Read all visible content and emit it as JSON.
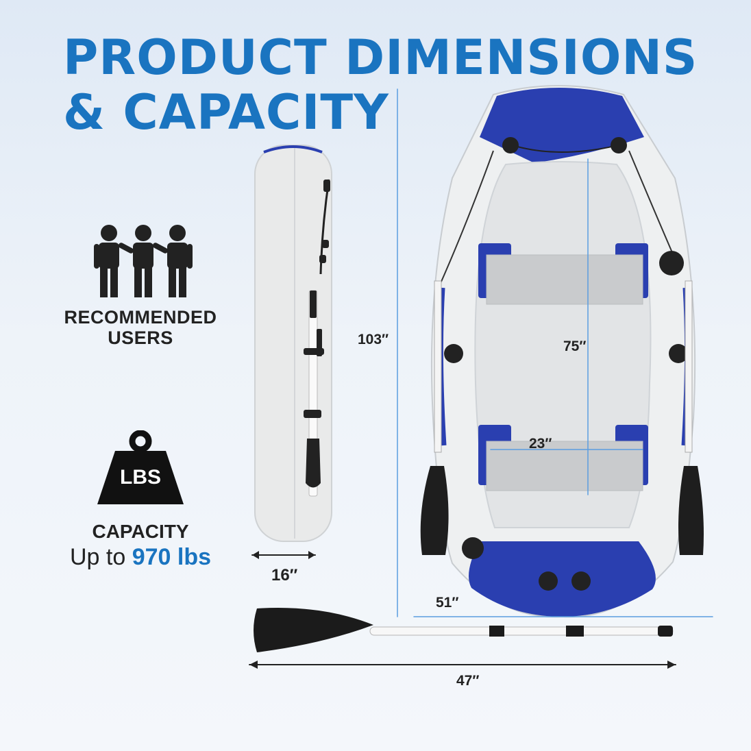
{
  "title": {
    "line1": "PRODUCT DIMENSIONS",
    "line2": "& CAPACITY"
  },
  "users": {
    "label_line1": "RECOMMENDED",
    "label_line2": "USERS"
  },
  "capacity": {
    "icon_text": "LBS",
    "label": "CAPACITY",
    "prefix": "Up to ",
    "value": "970",
    "unit": " lbs"
  },
  "dimensions": {
    "length": "103″",
    "inner_length": "75″",
    "inner_width": "23″",
    "side_width": "16″",
    "width": "51″",
    "oar_length": "47″"
  },
  "colors": {
    "accent": "#1a74c0",
    "boat_blue": "#2a3fb0",
    "boat_white": "#eeeeee"
  }
}
